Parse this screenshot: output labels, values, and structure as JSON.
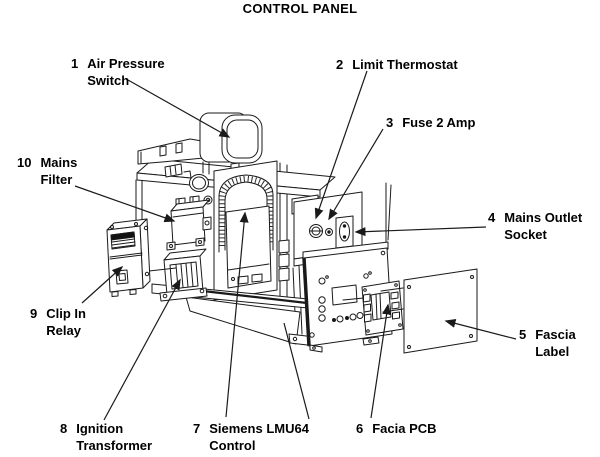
{
  "title": "CONTROL PANEL",
  "colors": {
    "line": "#1a1a1a",
    "background": "#ffffff",
    "text": "#000000"
  },
  "diagram": {
    "labels": [
      {
        "num": "1",
        "text": "Air Pressure\nSwitch"
      },
      {
        "num": "2",
        "text": "Limit Thermostat"
      },
      {
        "num": "3",
        "text": "Fuse 2 Amp"
      },
      {
        "num": "4",
        "text": "Mains Outlet\nSocket"
      },
      {
        "num": "5",
        "text": "Fascia\nLabel"
      },
      {
        "num": "6",
        "text": "Facia PCB"
      },
      {
        "num": "7",
        "text": "Siemens LMU64\nControl"
      },
      {
        "num": "8",
        "text": "Ignition\nTransformer"
      },
      {
        "num": "9",
        "text": "Clip In\nRelay"
      },
      {
        "num": "10",
        "text": "Mains\nFilter"
      }
    ]
  }
}
